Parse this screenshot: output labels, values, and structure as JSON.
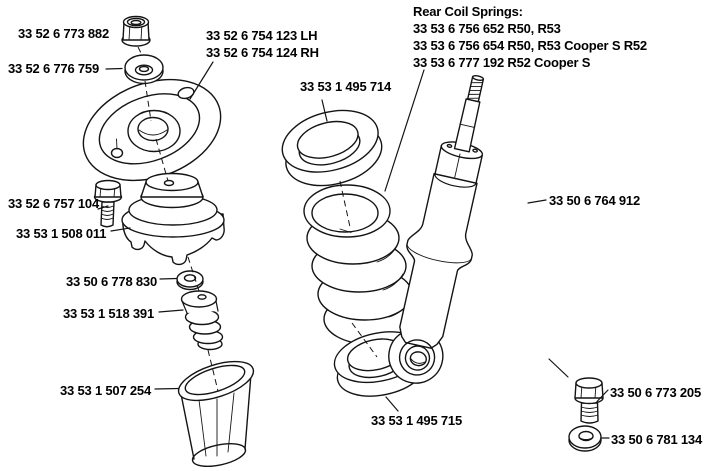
{
  "note": {
    "heading": "Rear Coil Springs:",
    "lines": [
      "33 53 6 756 652 R50, R53",
      "33 53 6 756 654 R50, R53 Cooper S R52",
      "33 53 6 777 192 R52 Cooper S"
    ]
  },
  "labels": {
    "lock_nut": "33 52 6 773 882",
    "mount_plate_lh": "33 52 6 754 123 LH",
    "mount_plate_rh": "33 52 6 754 124 RH",
    "top_washer": "33 52 6 776 759",
    "upper_spring_pad": "33 53 1 495 714",
    "upper_bolt": "33 52 6 757 104",
    "support_bearing": "33 53 1 508 011",
    "small_washer": "33 50 6 778 830",
    "bump_stop": "33 53 1 518 391",
    "dust_boot": "33 53 1 507 254",
    "lower_spring_pad": "33 53 1 495 715",
    "shock_absorber": "33 50 6 764 912",
    "lower_bolt": "33 50 6 773 205",
    "lower_washer": "33 50 6 781 134"
  },
  "colors": {
    "ink": "#000000",
    "line": "#141414",
    "background": "#ffffff"
  }
}
